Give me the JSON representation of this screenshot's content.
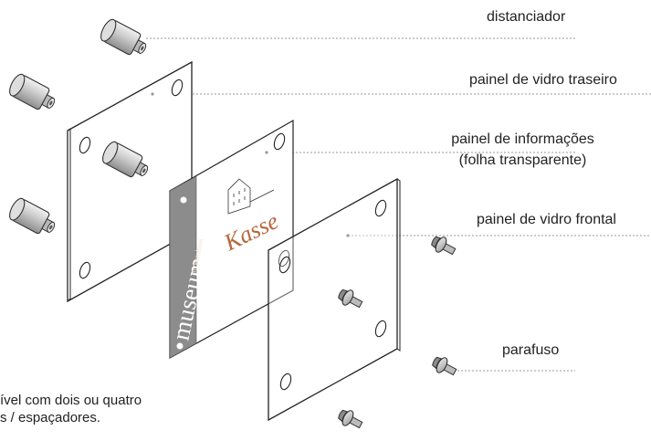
{
  "labels": {
    "spacer": "distanciador",
    "rear_glass": "painel de vidro traseiro",
    "info_panel_line1": "painel de informações",
    "info_panel_line2": "(folha transparente)",
    "front_glass": "painel de vidro frontal",
    "screw": "parafuso"
  },
  "note": {
    "line1": "ível com dois ou quatro",
    "line2": "s / espaçadores."
  },
  "sign": {
    "brand": "museum",
    "brand_sub": "im kornhaus",
    "text": "Kasse"
  },
  "colors": {
    "stripe": "#8c8c8c",
    "accent_text": "#b5673c",
    "leader": "#9a9a9a"
  },
  "icons": [
    "spacer-icon",
    "screw-icon",
    "building-icon"
  ]
}
